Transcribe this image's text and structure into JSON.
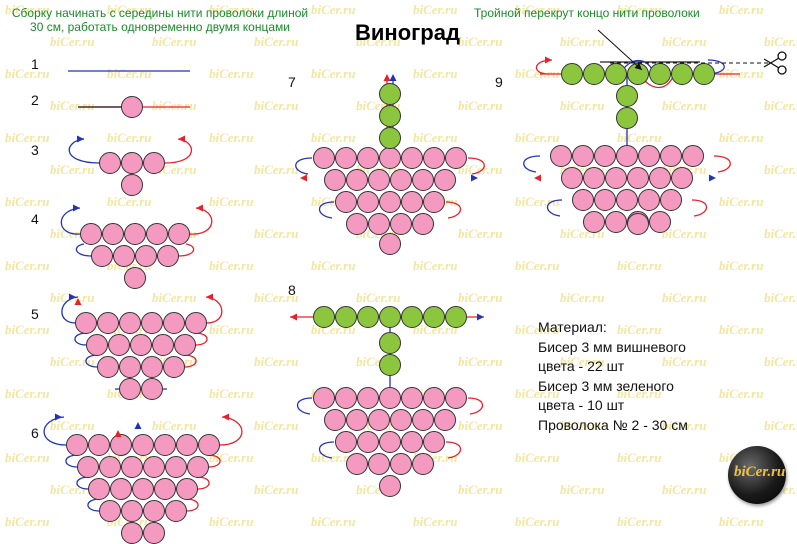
{
  "title": "Виноград",
  "note_left": "Сборку начинать с середины нити проволоки длиной 30 см, работать одновременно двумя концами",
  "note_right": "Тройной перекрут концо нити проволоки",
  "step_labels": [
    "1",
    "2",
    "3",
    "4",
    "5",
    "6",
    "7",
    "8",
    "9"
  ],
  "materials": {
    "heading": "Материал:",
    "line1": "Бисер 3 мм вишневого",
    "line2": "цвета - 22 шт",
    "line3": "Бисер 3 мм зеленого",
    "line4": "цвета - 10 шт",
    "line5": "Проволока № 2 - 30 см"
  },
  "watermark": "biCer.ru",
  "logo_text": "biCer.ru",
  "colors": {
    "pink_bead": "#f49ac1",
    "green_bead": "#8cc63f",
    "wire_red": "#e8202a",
    "wire_blue": "#2233bb",
    "wire_black": "#222222",
    "note_green": "#1a8a2a"
  },
  "icons": [
    "scissors-icon",
    "logo-badge"
  ]
}
